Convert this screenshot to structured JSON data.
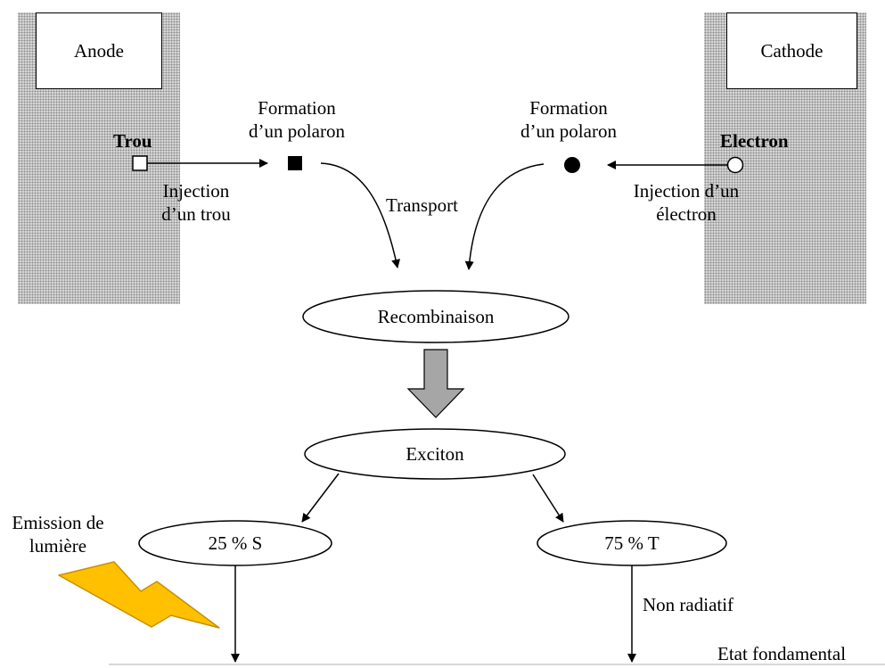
{
  "electrodes": {
    "anode": "Anode",
    "cathode": "Cathode"
  },
  "carriers": {
    "hole": "Trou",
    "electron": "Electron"
  },
  "labels": {
    "hole_injection": [
      "Injection",
      "d’un trou"
    ],
    "electron_injection": [
      "Injection d’un",
      "électron"
    ],
    "polaron_formation_left": [
      "Formation",
      "d’un polaron"
    ],
    "polaron_formation_right": [
      "Formation",
      "d’un polaron"
    ],
    "transport": "Transport",
    "light_emission": [
      "Emission de",
      "lumière"
    ],
    "non_radiative": "Non radiatif",
    "ground_state": "Etat fondamental"
  },
  "states": {
    "recombination": "Recombinaison",
    "exciton": "Exciton",
    "singlet": "25 % S",
    "triplet": "75 % T"
  },
  "colors": {
    "electrode_fill": "#d7d7d7",
    "electrode_dots": "#8c8c8c",
    "big_arrow_fill": "#a6a6a6",
    "lightning_fill": "#ffc000",
    "lightning_stroke": "#c98f00",
    "ground_line": "#b0b0b0"
  }
}
